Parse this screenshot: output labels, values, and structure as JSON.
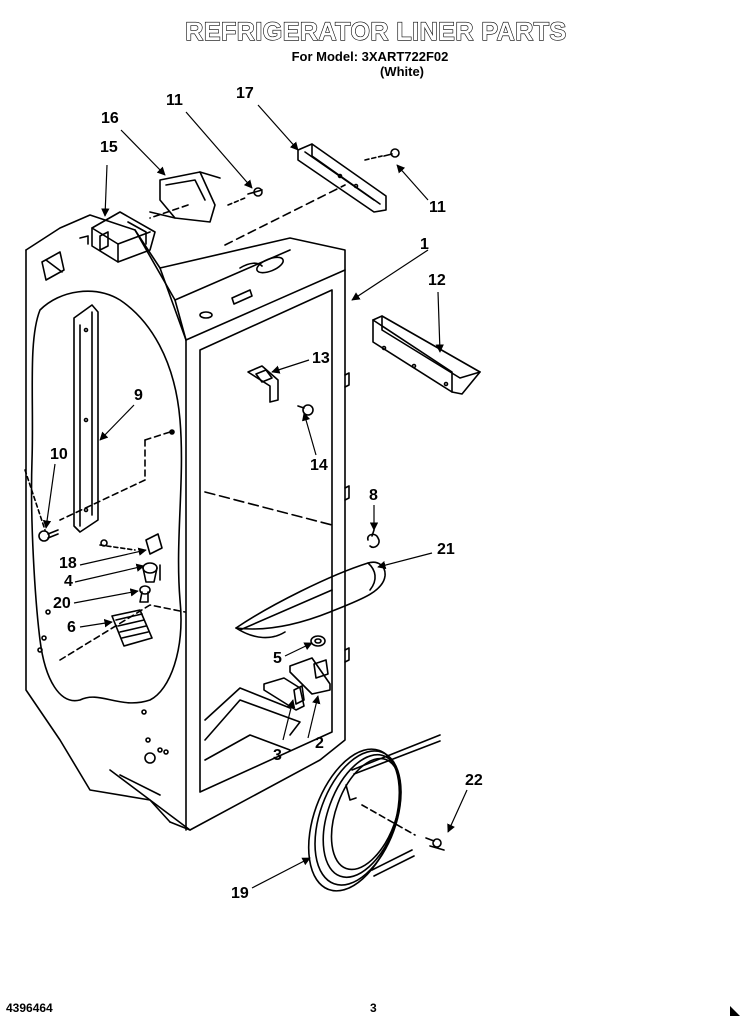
{
  "header": {
    "title": "REFRIGERATOR LINER PARTS",
    "model_line": "For Model: 3XART722F02",
    "color_line": "(White)"
  },
  "callouts": [
    "1",
    "2",
    "3",
    "4",
    "5",
    "6",
    "8",
    "9",
    "10",
    "11",
    "11",
    "12",
    "13",
    "14",
    "15",
    "16",
    "17",
    "18",
    "19",
    "20",
    "21",
    "22"
  ],
  "footer": {
    "doc_number": "4396464",
    "page_number": "3"
  }
}
